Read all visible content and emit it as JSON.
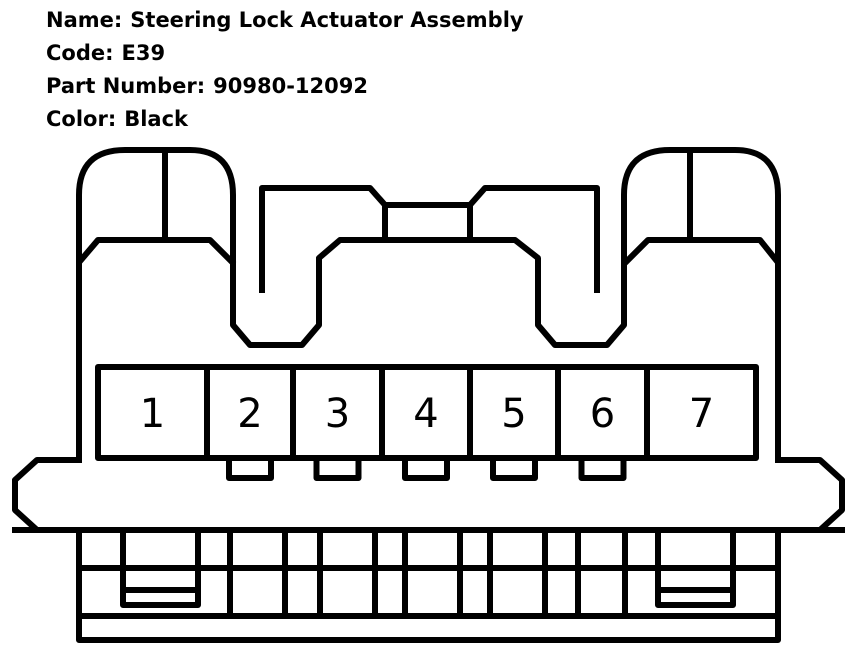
{
  "info": {
    "name_label": "Name:",
    "name_value": "Steering Lock Actuator Assembly",
    "code_label": "Code:",
    "code_value": "E39",
    "part_label": "Part Number:",
    "part_value": "90980-12092",
    "color_label": "Color:",
    "color_value": "Black"
  },
  "connector": {
    "stroke_color": "#000000",
    "fill_color": "#ffffff",
    "pins": [
      {
        "label": "1"
      },
      {
        "label": "2"
      },
      {
        "label": "3"
      },
      {
        "label": "4"
      },
      {
        "label": "5"
      },
      {
        "label": "6"
      },
      {
        "label": "7"
      }
    ]
  }
}
